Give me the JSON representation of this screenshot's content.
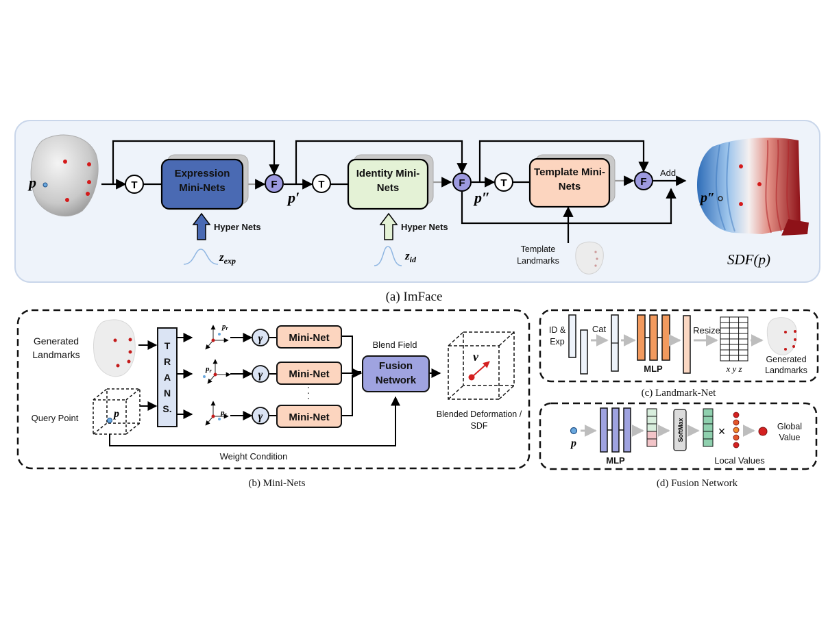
{
  "imface": {
    "caption": "(a) ImFace",
    "expression_box": "Expression Mini-Nets",
    "identity_box": "Identity Mini-Nets",
    "template_box": "Template Mini-Nets",
    "hyper_nets_exp": "Hyper Nets",
    "hyper_nets_id": "Hyper Nets",
    "t_symbol": "T",
    "f_symbol": "F",
    "add_label": "Add",
    "template_landmarks": "Template Landmarks",
    "p": "p",
    "p_prime": "p′",
    "p_double_prime": "p″",
    "p_double_prime_out": "p″",
    "z_exp_base": "z",
    "z_exp_sub": "exp",
    "z_id_base": "z",
    "z_id_sub": "id",
    "sdf": "SDF(p)"
  },
  "mininets": {
    "caption": "(b) Mini-Nets",
    "generated_landmarks": "Generated Landmarks",
    "query_point": "Query Point",
    "trans": "T R A N S.",
    "gamma": "γ",
    "mini_net": "Mini-Net",
    "dots": "·",
    "blend_field": "Blend Field",
    "fusion_network": "Fusion Network",
    "blended": "Blended Deformation / SDF",
    "weight_condition": "Weight Condition",
    "p_r": "p",
    "p_r_sub": "r",
    "p": "p",
    "v": "v"
  },
  "landmark_net": {
    "caption": "(c) Landmark-Net",
    "id_exp": "ID & Exp",
    "cat": "Cat",
    "mlp": "MLP",
    "resize": "Resize",
    "xyz": "x y z",
    "generated_landmarks": "Generated Landmarks"
  },
  "fusion": {
    "caption": "(d) Fusion Network",
    "p": "p",
    "mlp": "MLP",
    "softmax": "SoftMax",
    "times": "×",
    "local_values": "Local Values",
    "global_value": "Global Value"
  },
  "colors": {
    "expression": "#4a6ab3",
    "identity": "#e4f2d6",
    "template": "#fcd5bf",
    "fusion": "#9fa3e0",
    "operator": "#9d9ae0",
    "panel": "#eef3fa"
  }
}
